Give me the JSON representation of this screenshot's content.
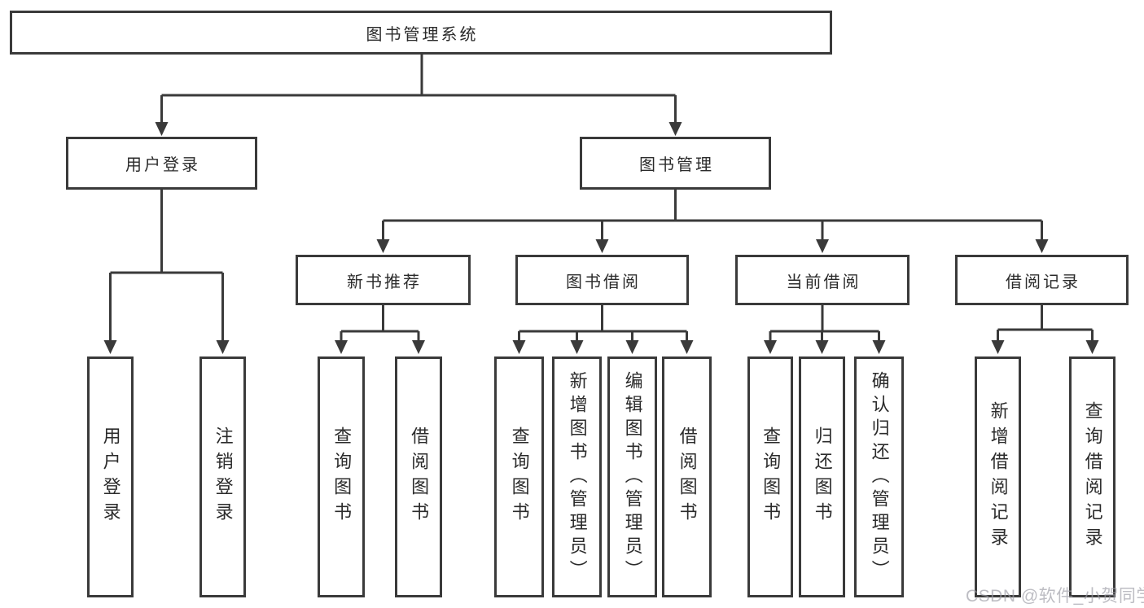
{
  "diagram": {
    "title": "图书管理系统",
    "level1": [
      {
        "label": "用户登录"
      },
      {
        "label": "图书管理"
      }
    ],
    "level2": [
      {
        "label": "新书推荐"
      },
      {
        "label": "图书借阅"
      },
      {
        "label": "当前借阅"
      },
      {
        "label": "借阅记录"
      }
    ],
    "leaves": {
      "user_login": [
        "用户登录",
        "注销登录"
      ],
      "new_books": [
        "查询图书",
        "借阅图书"
      ],
      "book_borrow": [
        "查询图书",
        "新增图书（管理员）",
        "编辑图书（管理员）",
        "借阅图书"
      ],
      "current_borrow": [
        "查询图书",
        "归还图书",
        "确认归还（管理员）"
      ],
      "borrow_records": [
        "新增借阅记录",
        "查询借阅记录"
      ]
    }
  },
  "watermark": {
    "text": "CSDN @软件_小贺同学"
  },
  "colors": {
    "line": "#3a3a3a",
    "text": "#2b2b2b",
    "background": "#ffffff",
    "watermark": "#9ea0a6"
  }
}
